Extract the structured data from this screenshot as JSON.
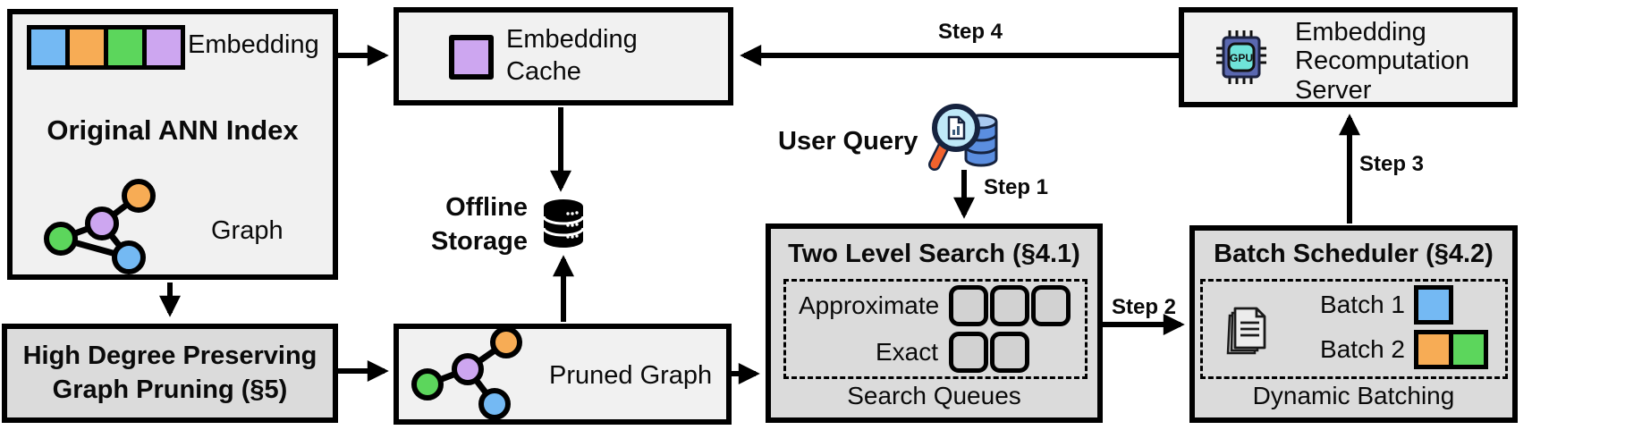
{
  "figure": {
    "name": "system architecture diagram"
  },
  "boxes": {
    "original_ann_index": {
      "title": "Original ANN Index",
      "embedding_label": "Embedding",
      "graph_label": "Graph"
    },
    "graph_pruning": {
      "title": "High Degree Preserving Graph Pruning (§5)"
    },
    "embedding_cache": {
      "title": "Embedding Cache"
    },
    "offline_storage": {
      "title": "Offline Storage"
    },
    "pruned_graph": {
      "title": "Pruned Graph"
    },
    "user_query": {
      "title": "User Query"
    },
    "two_level_search": {
      "title": "Two Level Search (§4.1)",
      "row_approximate": "Approximate",
      "row_exact": "Exact",
      "approximate_slot_count": 3,
      "exact_slot_count": 2,
      "footer": "Search Queues"
    },
    "batch_scheduler": {
      "title": "Batch Scheduler (§4.2)",
      "batch1_label": "Batch 1",
      "batch2_label": "Batch 2",
      "batch1_squares": [
        "blue"
      ],
      "batch2_squares": [
        "orange",
        "green"
      ],
      "footer": "Dynamic Batching"
    },
    "recomputation_server": {
      "title": "Embedding Recomputation Server",
      "chip_label": "GPU"
    }
  },
  "steps": {
    "step1": "Step 1",
    "step2": "Step 2",
    "step3": "Step 3",
    "step4": "Step 4"
  },
  "colors": {
    "embedding_blue": "#74b9f3",
    "embedding_orange": "#f7ac55",
    "embedding_green": "#5cd65c",
    "embedding_purple": "#cda6f0",
    "box_fill_light": "#f1f1f1",
    "box_fill_dark": "#dbdbdb",
    "queue_slot_gray": "#d2d2d2",
    "gpu_chip_body": "#5a68b0",
    "gpu_chip_core": "#6fe3d9",
    "query_db_blue": "#5b8ee0",
    "query_db_light": "#a9c9f0",
    "lens_fill": "#bfe9f8",
    "handle_orange": "#f2622d",
    "outline_navy": "#16233f",
    "line_black": "#000000"
  }
}
